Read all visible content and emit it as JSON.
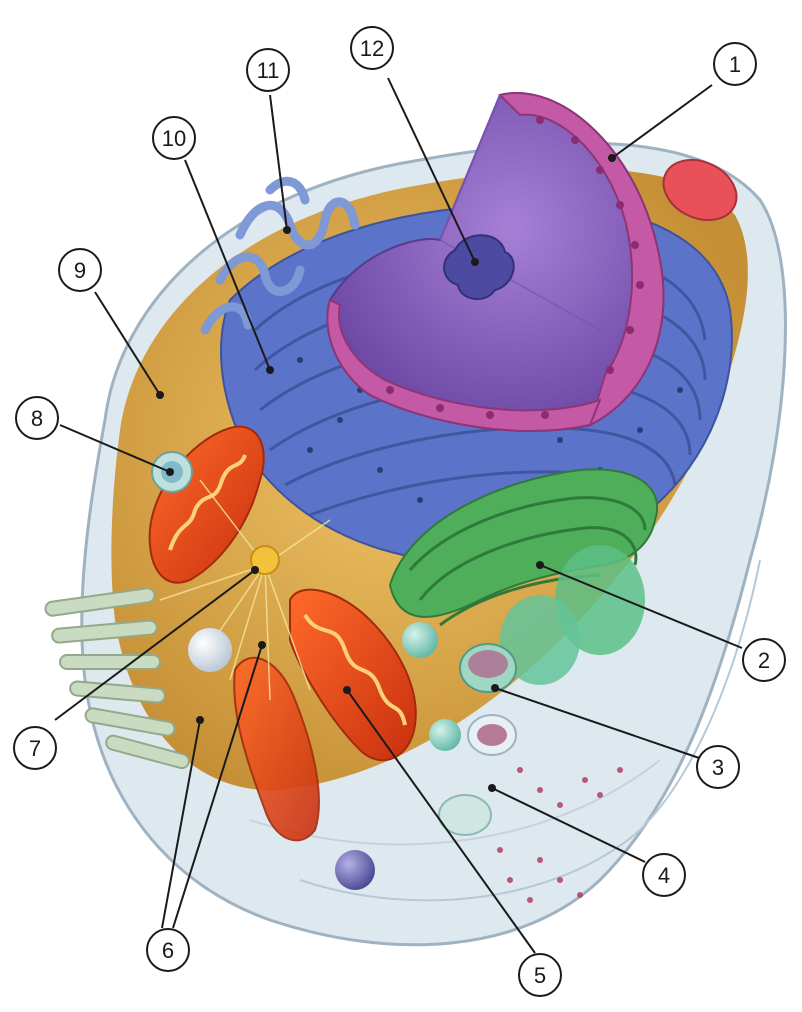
{
  "diagram": {
    "labels": [
      "1",
      "2",
      "3",
      "4",
      "5",
      "6",
      "7",
      "8",
      "9",
      "10",
      "11",
      "12"
    ]
  },
  "colors": {
    "cytoplasm": "#e3b04a",
    "membrane": "#d7e6ef",
    "er": "#5b74c9",
    "nucleus": "#8a5bbf",
    "nuclear_envelope": "#c45aa6",
    "golgi": "#4fae5a",
    "mitochondria": "#e8501e"
  }
}
